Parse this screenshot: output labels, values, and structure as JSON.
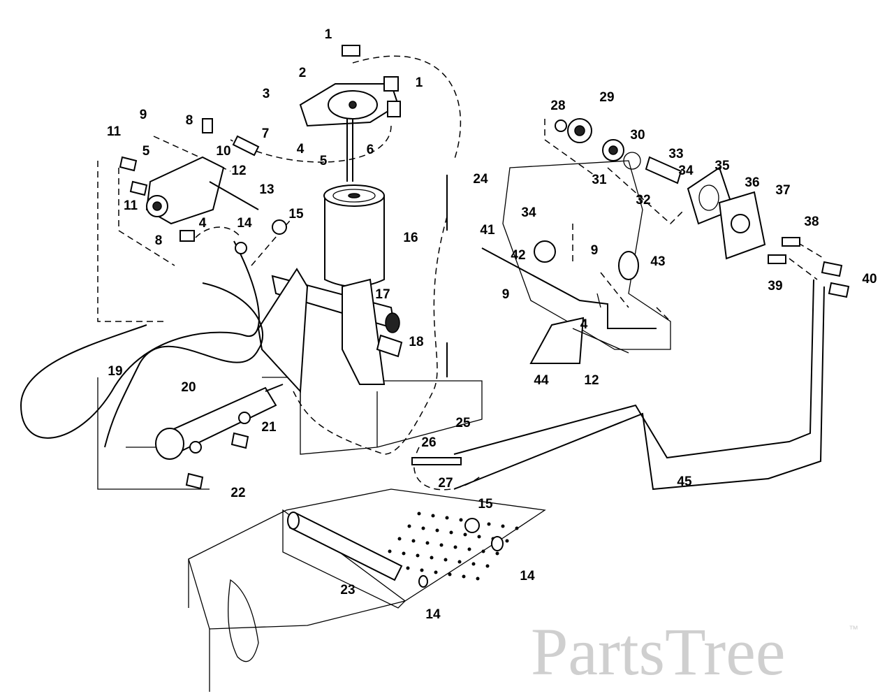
{
  "diagram": {
    "watermark": "PartsTree",
    "watermark_tm": "™",
    "callouts": [
      "1",
      "2",
      "1",
      "3",
      "9",
      "8",
      "7",
      "11",
      "5",
      "10",
      "12",
      "4",
      "5",
      "6",
      "11",
      "13",
      "4",
      "14",
      "15",
      "16",
      "8",
      "17",
      "18",
      "19",
      "20",
      "21",
      "22",
      "24",
      "25",
      "26",
      "27",
      "23",
      "14",
      "15",
      "14",
      "45",
      "28",
      "29",
      "30",
      "31",
      "33",
      "32",
      "34",
      "35",
      "36",
      "37",
      "38",
      "39",
      "40",
      "34",
      "42",
      "41",
      "9",
      "43",
      "9",
      "4",
      "44",
      "12"
    ]
  }
}
